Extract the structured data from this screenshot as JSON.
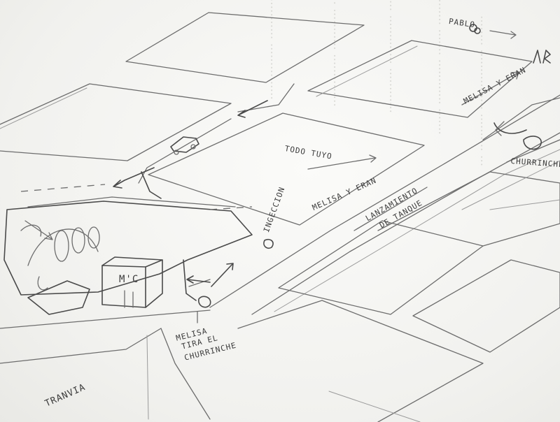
{
  "labels": {
    "pablo": "PABLO",
    "melisa_eran_top": "MELISA Y ERAN",
    "churrinche_right": "CHURRINCHE",
    "todo_tuyo": "TODO TUYO",
    "melisa_eran_mid": "MELISA Y ERAN",
    "lanzamiento_line1": "LANZAMIENTO",
    "lanzamiento_line2": "DE TANQUE",
    "ingeccion": "INGECCION",
    "mc": "M'C",
    "melisa_tira_line1": "MELISA",
    "melisa_tira_line2": "TIRA EL",
    "melisa_tira_line3": "CHURRINCHE",
    "tranvia": "TRANVIA"
  },
  "colors": {
    "paper": "#f6f6f3",
    "pencil": "#6d6d6d",
    "pencil_dark": "#4a4a4a"
  }
}
